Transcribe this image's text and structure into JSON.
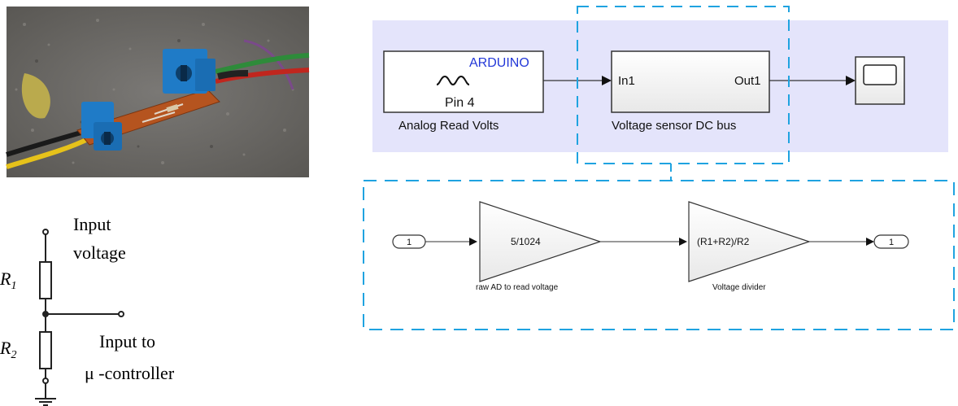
{
  "photo": {
    "subject": "voltage-sensor-board",
    "colors": {
      "board": "#b5541f",
      "terminal": "#1f7bc7",
      "wire_green": "#2e8b3a",
      "wire_red": "#c0261e",
      "wire_yellow": "#e6c21a",
      "wire_black": "#1a1a1a"
    }
  },
  "schematic": {
    "input_label_line1": "Input",
    "input_label_line2": "voltage",
    "r1_label": "R",
    "r1_sub": "1",
    "r2_label": "R",
    "r2_sub": "2",
    "output_label_line1": "Input to",
    "output_label_line2": "μ -controller"
  },
  "top_model": {
    "background_color": "#e4e4fb",
    "source_block": {
      "brand": "ARDUINO",
      "pin": "Pin 4",
      "caption": "Analog Read Volts"
    },
    "subsystem_block": {
      "in_port": "In1",
      "out_port": "Out1",
      "caption": "Voltage sensor DC bus"
    },
    "scope_block": {
      "icon": "scope-screen-icon"
    }
  },
  "sub_model": {
    "in_port_num": "1",
    "gain1": {
      "value": "5/1024",
      "caption": "raw AD to read voltage"
    },
    "gain2": {
      "value": "(R1+R2)/R2",
      "caption": "Voltage divider"
    },
    "out_port_num": "1"
  },
  "colors": {
    "dashed_outline": "#1fa3e0",
    "line": "#333333"
  }
}
